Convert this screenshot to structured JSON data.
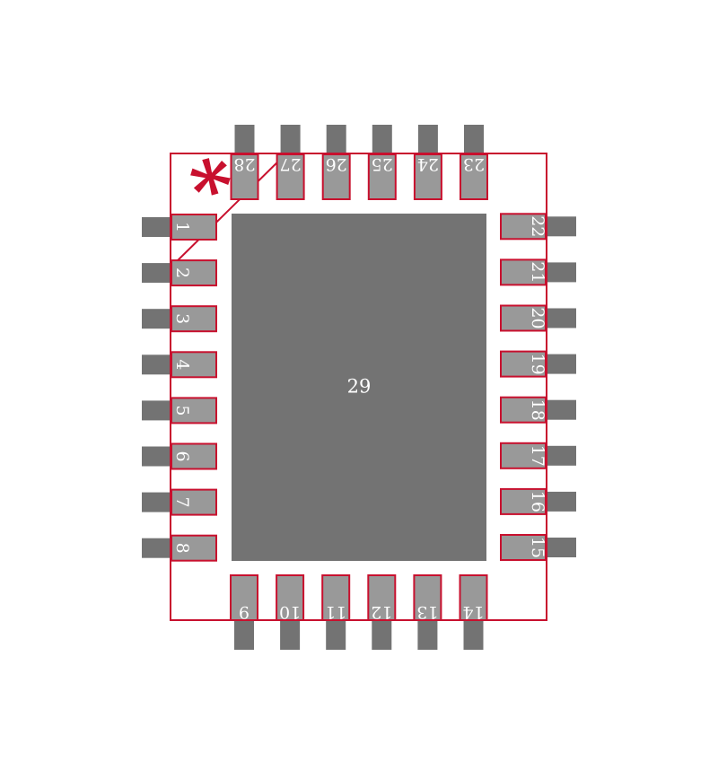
{
  "colors": {
    "background": "#ffffff",
    "copper": "#737373",
    "pad": "#999999",
    "outline": "#c8102e",
    "label": "#ffffff"
  },
  "center_pad": {
    "label": "29"
  },
  "pin_groups": {
    "left": {
      "start": 1,
      "labels": [
        "1",
        "2",
        "3",
        "4",
        "5",
        "6",
        "7",
        "8"
      ]
    },
    "bottom": {
      "start": 9,
      "labels": [
        "9",
        "10",
        "11",
        "12",
        "13",
        "14"
      ]
    },
    "right": {
      "start": 15,
      "labels": [
        "15",
        "16",
        "17",
        "18",
        "19",
        "20",
        "21",
        "22"
      ]
    },
    "top": {
      "start": 23,
      "labels": [
        "23",
        "24",
        "25",
        "26",
        "27",
        "28"
      ]
    }
  },
  "pin1_marker": {
    "symbol": "*"
  }
}
